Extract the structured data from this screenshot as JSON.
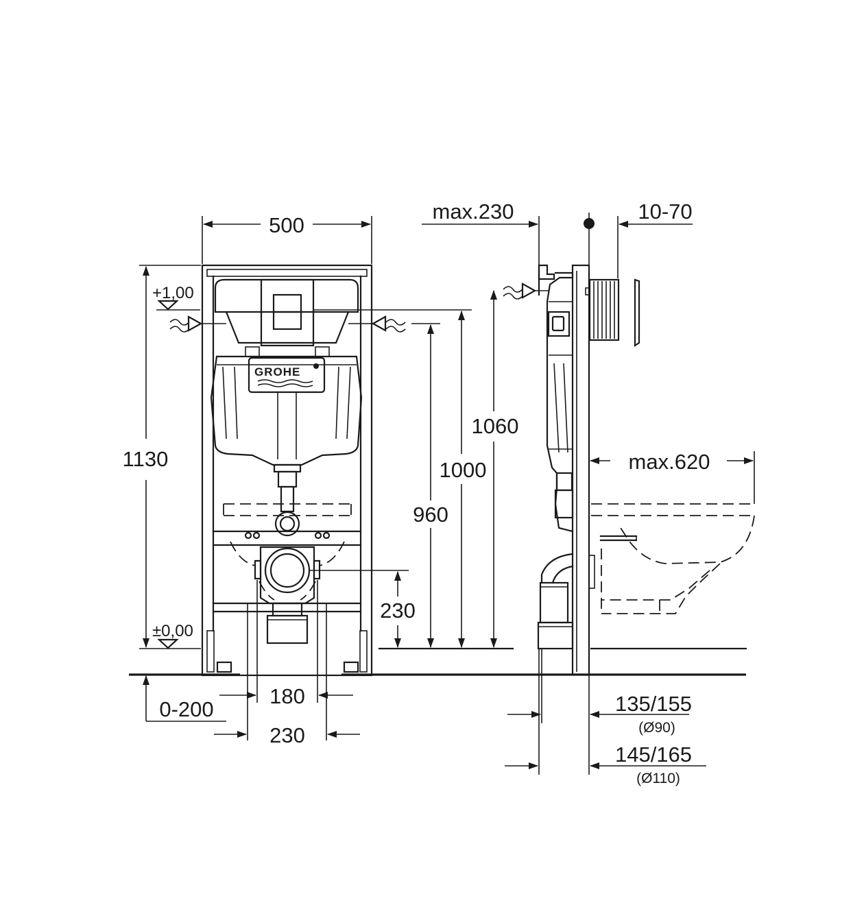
{
  "drawing": {
    "front_view": {
      "brand_logo": "GROHE",
      "width": "500",
      "height_total": "1130",
      "level_top": "+1,00",
      "level_floor": "±0,00",
      "height_1060": "1060",
      "height_1000": "1000",
      "height_960": "960",
      "height_230": "230",
      "offset_0_200": "0-200",
      "span_180": "180",
      "span_230": "230"
    },
    "side_view": {
      "max_230": "max.230",
      "range_10_70": "10-70",
      "max_620": "max.620",
      "dist_135_155": "135/155",
      "dia_90": "(Ø90)",
      "dist_145_165": "145/165",
      "dia_110": "(Ø110)"
    }
  }
}
